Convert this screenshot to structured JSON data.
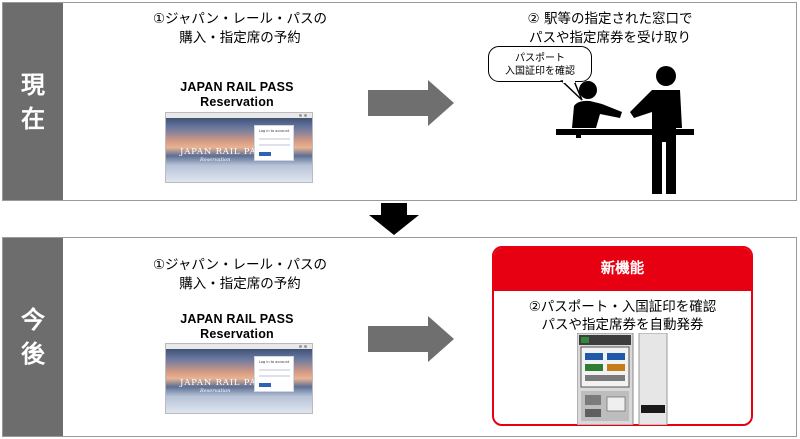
{
  "current": {
    "label_line1": "現",
    "label_line2": "在",
    "step1_line1": "①ジャパン・レール・パスの",
    "step1_line2": "購入・指定席の予約",
    "site_title_line1": "JAPAN RAIL PASS",
    "site_title_line2": "Reservation",
    "site_logo": "JAPAN RAIL PASS",
    "site_logo_sub": "Reservation",
    "site_card_heading": "Log in to account",
    "step2_line1": "② 駅等の指定された窓口で",
    "step2_line2": "パスや指定席券を受け取り",
    "bubble_line1": "パスポート",
    "bubble_line2": "入国証印を確認"
  },
  "future": {
    "label_line1": "今",
    "label_line2": "後",
    "step1_line1": "①ジャパン・レール・パスの",
    "step1_line2": "購入・指定席の予約",
    "site_title_line1": "JAPAN RAIL PASS",
    "site_title_line2": "Reservation",
    "site_logo": "JAPAN RAIL PASS",
    "site_logo_sub": "Reservation",
    "site_card_heading": "Log in to account",
    "new_feature_label": "新機能",
    "step2_line1": "②パスポート・入国証印を確認",
    "step2_line2": "パスや指定席券を自動発券"
  },
  "colors": {
    "side_label_bg": "#6d6d6d",
    "arrow": "#6f6f6f",
    "down_arrow": "#000000",
    "accent_red": "#e60012",
    "panel_border": "#9a9a9a"
  }
}
